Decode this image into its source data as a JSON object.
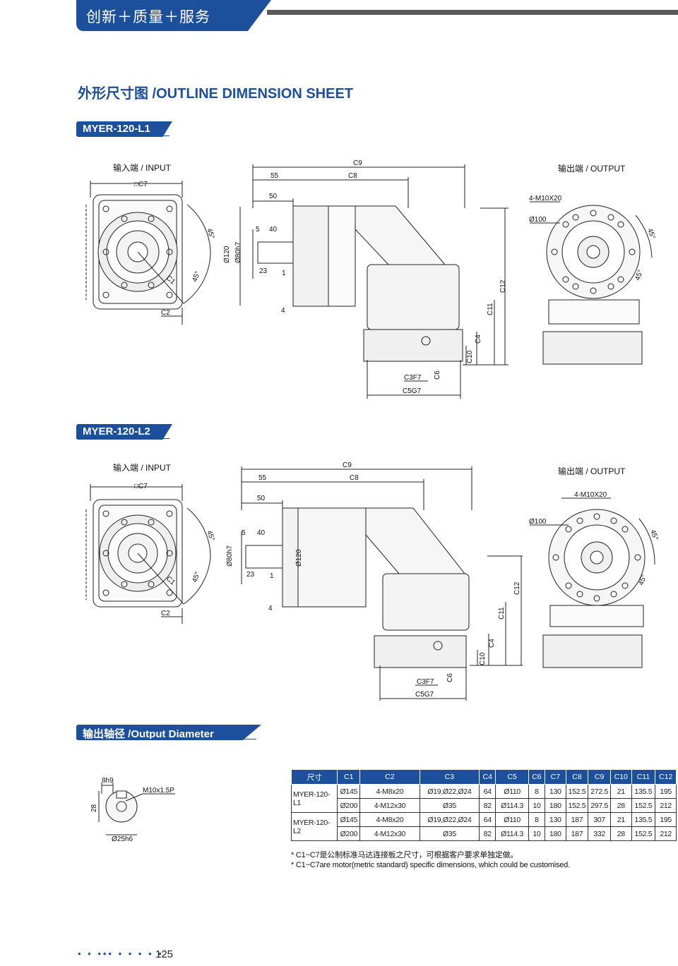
{
  "header": {
    "title": "创新＋质量＋服务"
  },
  "page_title": "外形尺寸图 /OUTLINE DIMENSION SHEET",
  "sections": {
    "l1": "MYER-120-L1",
    "l2": "MYER-120-L2",
    "output_diameter": "输出轴径 /Output Diameter"
  },
  "view_labels": {
    "input": "输入端 / INPUT",
    "output": "输出端 / OUTPUT"
  },
  "dims": {
    "c7": "□C7",
    "c9": "C9",
    "c8": "C8",
    "d55": "55",
    "d50": "50",
    "d5": "5",
    "d40": "40",
    "d23": "23",
    "d1": "1",
    "d4": "4",
    "phi120": "Ø120",
    "phi80": "Ø80h7",
    "c12": "C12",
    "c11": "C11",
    "c4": "C4",
    "c10": "C10",
    "c6": "C6",
    "c3": "C3F7",
    "c5": "C5G7",
    "c2": "C2",
    "c1": "C1",
    "a45": "45°",
    "m10": "4-M10X20",
    "phi100": "Ø100"
  },
  "shaft": {
    "key": "8h9",
    "thread": "M10x1.5P",
    "height": "28",
    "dia": "Ø25h6"
  },
  "table": {
    "headers": [
      "尺寸",
      "C1",
      "C2",
      "C3",
      "C4",
      "C5",
      "C6",
      "C7",
      "C8",
      "C9",
      "C10",
      "C11",
      "C12"
    ],
    "rows": [
      [
        "MYER-120-L1",
        "Ø145",
        "4-M8x20",
        "Ø19,Ø22,Ø24",
        "64",
        "Ø110",
        "8",
        "130",
        "152.5",
        "272.5",
        "21",
        "135.5",
        "195"
      ],
      [
        "",
        "Ø200",
        "4-M12x30",
        "Ø35",
        "82",
        "Ø114.3",
        "10",
        "180",
        "152.5",
        "297.5",
        "28",
        "152.5",
        "212"
      ],
      [
        "MYER-120-L2",
        "Ø145",
        "4-M8x20",
        "Ø19,Ø22,Ø24",
        "64",
        "Ø110",
        "8",
        "130",
        "187",
        "307",
        "21",
        "135.5",
        "195"
      ],
      [
        "",
        "Ø200",
        "4-M12x30",
        "Ø35",
        "82",
        "Ø114.3",
        "10",
        "180",
        "187",
        "332",
        "28",
        "152.5",
        "212"
      ]
    ]
  },
  "notes": [
    "* C1~C7是公制标准马达连接板之尺寸，可根据客户要求单独定做。",
    "* C1~C7are motor(metric standard)  specific dimensions, which could be customised."
  ],
  "footer": {
    "dots": "• • ••• • • • • •",
    "page_number": "125"
  }
}
